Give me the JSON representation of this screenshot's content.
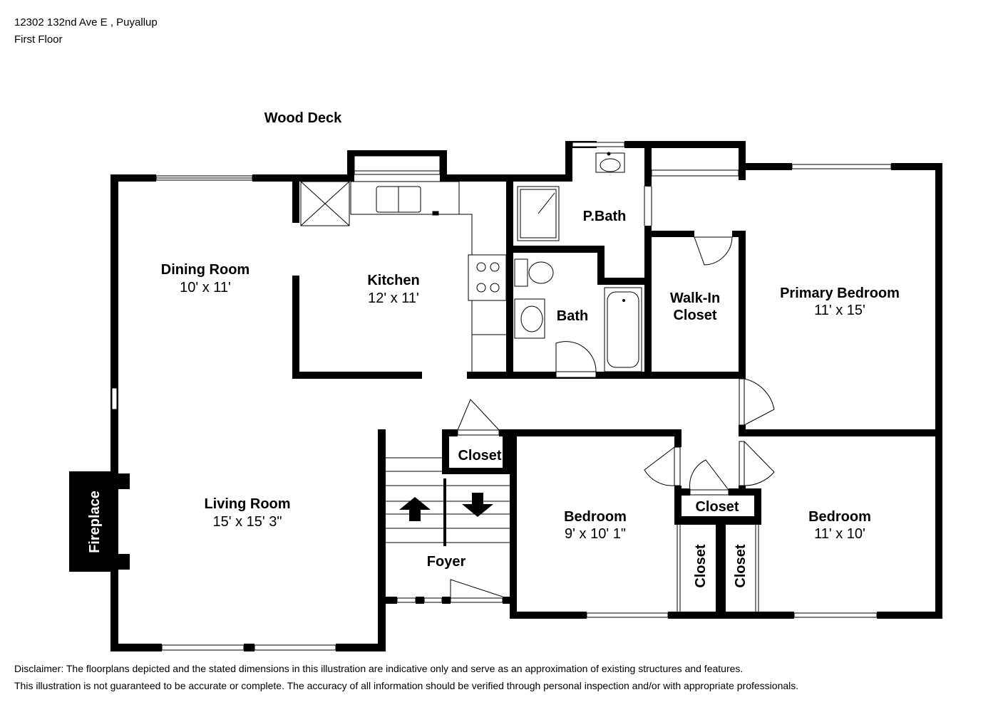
{
  "header": {
    "address": "12302 132nd Ave E , Puyallup",
    "floor": "First Floor"
  },
  "rooms": {
    "wood_deck": "Wood Deck",
    "dining": {
      "name": "Dining Room",
      "dim": "10' x 11'"
    },
    "kitchen": {
      "name": "Kitchen",
      "dim": "12' x 11'"
    },
    "pbath": "P.Bath",
    "bath": "Bath",
    "walkin": {
      "line1": "Walk-In",
      "line2": "Closet"
    },
    "primary": {
      "name": "Primary Bedroom",
      "dim": "11' x 15'"
    },
    "closet_foyer": "Closet",
    "living": {
      "name": "Living Room",
      "dim": "15' x 15' 3\""
    },
    "fireplace": "Fireplace",
    "foyer": "Foyer",
    "bedroom2": {
      "name": "Bedroom",
      "dim": "9' x 10' 1\""
    },
    "closet_center": "Closet",
    "closet_v1": "Closet",
    "closet_v2": "Closet",
    "bedroom3": {
      "name": "Bedroom",
      "dim": "11' x 10'"
    }
  },
  "disclaimer": {
    "line1": "Disclaimer: The floorplans depicted and the stated dimensions in this illustration are indicative only and serve as an approximation of existing structures and features.",
    "line2": "This illustration is not guaranteed to be accurate or complete. The accuracy of all information should be verified through personal inspection and/or with appropriate professionals."
  }
}
